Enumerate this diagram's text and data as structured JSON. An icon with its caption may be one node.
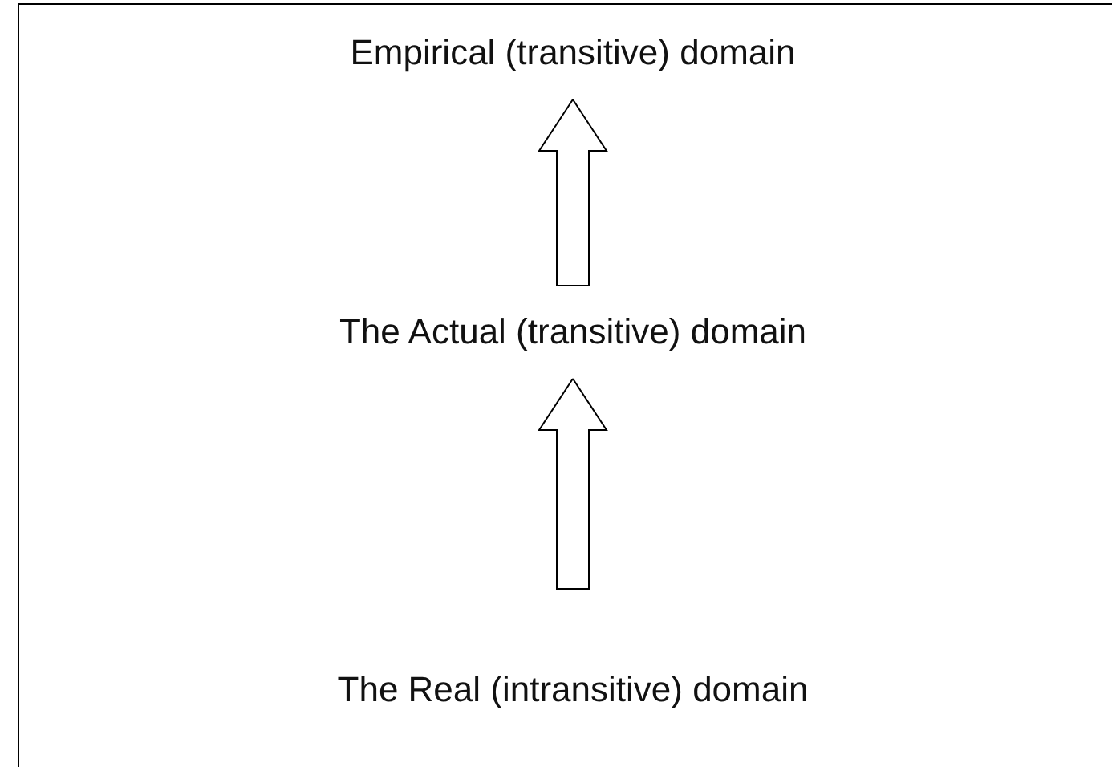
{
  "diagram": {
    "nodes": [
      {
        "text": [
          "Empirical (transitive) domain"
        ]
      },
      {
        "text": [
          "The Actual (transitive) domain"
        ]
      },
      {
        "text": [
          "The Real (intransitive) domain"
        ]
      }
    ],
    "edges": [
      {
        "from": 2,
        "to": 1,
        "arrow": "to"
      },
      {
        "from": 1,
        "to": 0,
        "arrow": "to"
      }
    ]
  }
}
